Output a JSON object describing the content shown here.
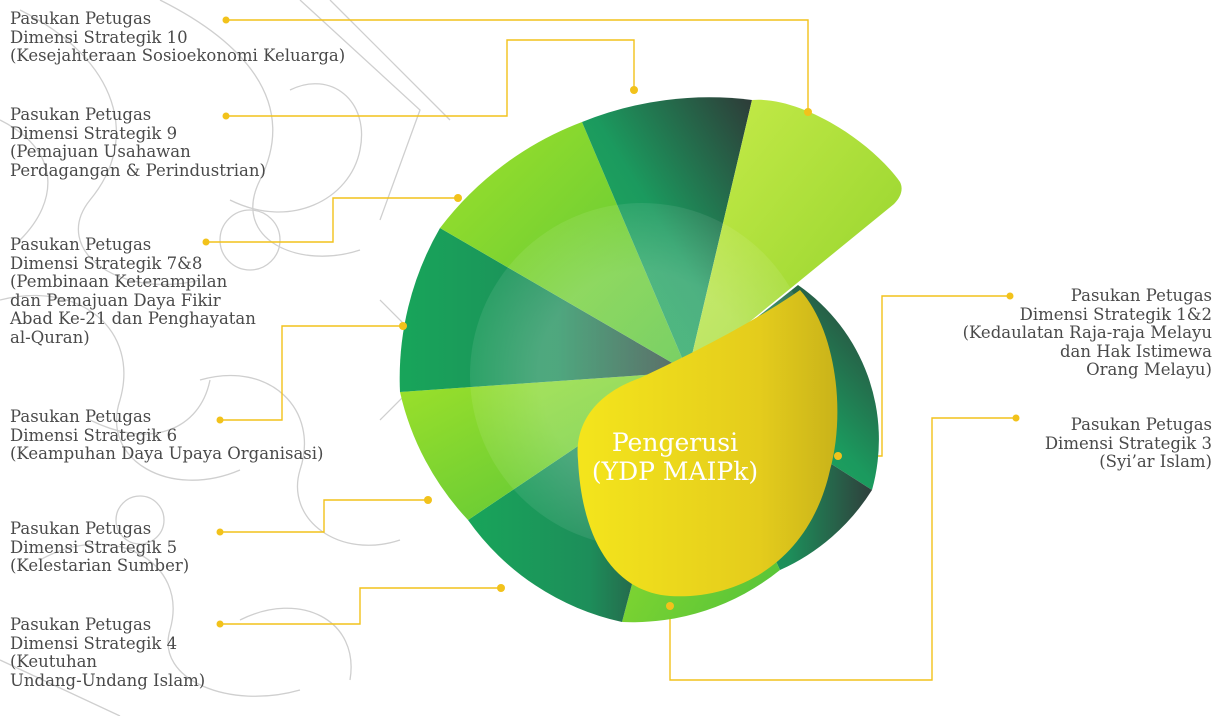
{
  "center": {
    "line1": "Pengerusi",
    "line2": "(YDP MAIPk)"
  },
  "left_labels": [
    {
      "id": "ds10",
      "lines": [
        "Pasukan Petugas",
        "Dimensi Strategik 10",
        "(Kesejahteraan Sosioekonomi Keluarga)"
      ]
    },
    {
      "id": "ds9",
      "lines": [
        "Pasukan Petugas",
        "Dimensi Strategik 9",
        "(Pemajuan Usahawan",
        "Perdagangan & Perindustrian)"
      ]
    },
    {
      "id": "ds78",
      "lines": [
        "Pasukan Petugas",
        "Dimensi Strategik 7&8",
        "(Pembinaan Keterampilan",
        "dan Pemajuan Daya Fikir",
        "Abad Ke-21 dan Penghayatan",
        "al-Quran)"
      ]
    },
    {
      "id": "ds6",
      "lines": [
        "Pasukan Petugas",
        "Dimensi Strategik 6",
        "(Keampuhan Daya Upaya Organisasi)"
      ]
    },
    {
      "id": "ds5",
      "lines": [
        "Pasukan Petugas",
        "Dimensi Strategik 5",
        "(Kelestarian Sumber)"
      ]
    },
    {
      "id": "ds4",
      "lines": [
        "Pasukan Petugas",
        "Dimensi Strategik 4",
        "(Keutuhan",
        "Undang-Undang Islam)"
      ]
    }
  ],
  "right_labels": [
    {
      "id": "ds12",
      "lines": [
        "Pasukan Petugas",
        "Dimensi Strategik 1&2",
        "(Kedaulatan Raja-raja Melayu",
        "dan Hak Istimewa",
        "Orang Melayu)"
      ]
    },
    {
      "id": "ds3",
      "lines": [
        "Pasukan Petugas",
        "Dimensi Strategik 3",
        "(Syi’ar Islam)"
      ]
    }
  ],
  "colors": {
    "connector": "#f2c21b",
    "center_fill": "#e7d21e",
    "segment_green_light": "#a9e03a",
    "segment_green_mid": "#5fc53a",
    "segment_green_dark": "#169a5c",
    "segment_shadow": "#2d3b38",
    "label_text": "#4a4a4a",
    "pattern_stroke": "#d4d4d4"
  }
}
